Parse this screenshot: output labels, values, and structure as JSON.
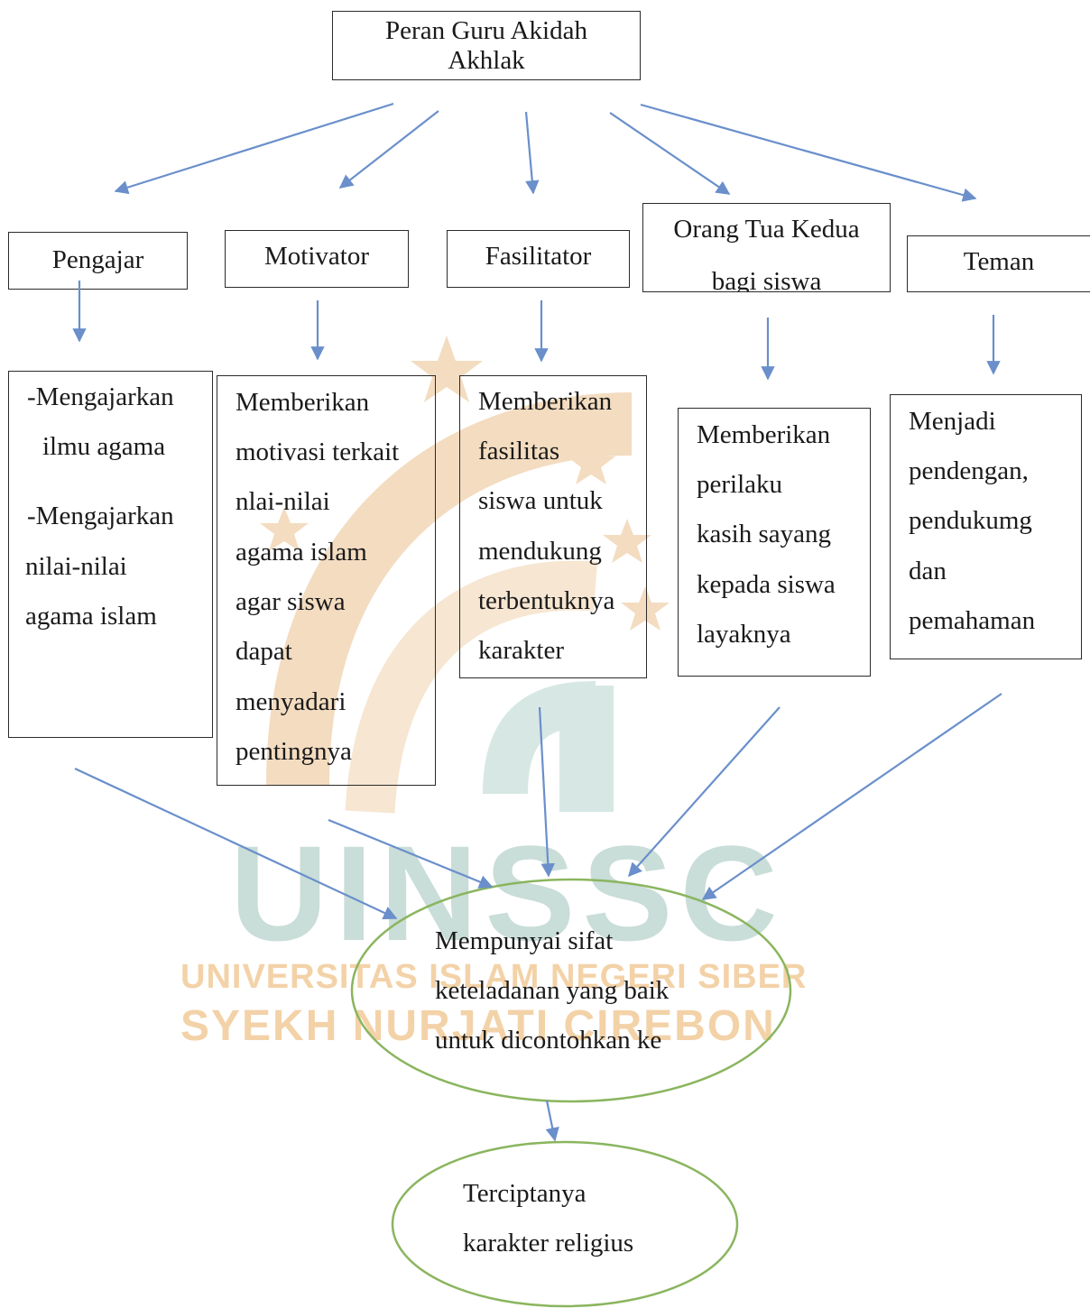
{
  "watermark": {
    "logo_text": "UINSSC",
    "line1": "UNIVERSITAS ISLAM NEGERI SIBER",
    "line2": "SYEKH NURJATI CIREBON",
    "colors": {
      "teal": "#c9ddd9",
      "gold": "#f3dcc0",
      "gold_text": "#f3d2a8"
    }
  },
  "colors": {
    "arrow": "#6a8fcb",
    "ellipse": "#8ab55e",
    "border": "#2b2b2b"
  },
  "root": {
    "line1": "Peran Guru Akidah",
    "line2": "Akhlak"
  },
  "roles": [
    {
      "label": "Pengajar"
    },
    {
      "label": "Motivator"
    },
    {
      "label": "Fasilitator"
    },
    {
      "label": "Orang Tua Kedua",
      "label2": "bagi siswa"
    },
    {
      "label": "Teman"
    }
  ],
  "details": [
    {
      "lines": [
        "-Mengajarkan",
        "ilmu agama",
        "-Mengajarkan",
        "nilai-nilai",
        "agama islam"
      ]
    },
    {
      "lines": [
        "Memberikan",
        "motivasi terkait",
        "nlai-nilai",
        "agama islam",
        "agar siswa",
        "dapat",
        "menyadari",
        "pentingnya"
      ]
    },
    {
      "lines": [
        "Memberikan",
        "fasilitas",
        "siswa untuk",
        "mendukung",
        "terbentuknya",
        "karakter"
      ]
    },
    {
      "lines": [
        "Memberikan",
        "perilaku",
        "kasih sayang",
        "kepada siswa",
        "layaknya"
      ]
    },
    {
      "lines": [
        "Menjadi",
        "pendengan,",
        "pendukumg",
        "dan",
        "pemahaman"
      ]
    }
  ],
  "outcome": {
    "lines": [
      "Mempunyai sifat",
      "keteladanan yang baik",
      "untuk dicontohkan ke"
    ]
  },
  "result": {
    "lines": [
      "Terciptanya",
      "karakter religius"
    ]
  }
}
